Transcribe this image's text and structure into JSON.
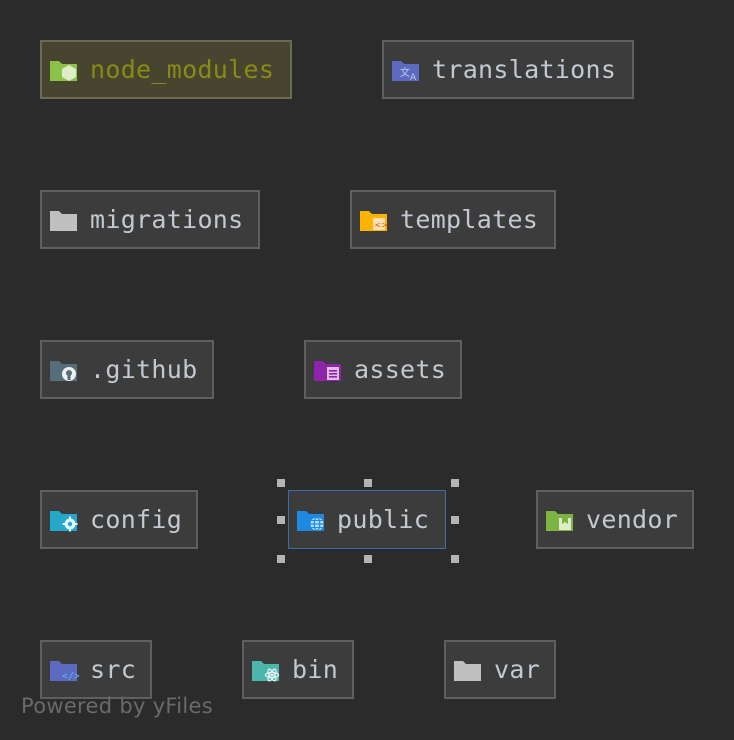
{
  "diagram": {
    "nodes": [
      {
        "id": "node_modules",
        "label": "node_modules",
        "icon": "nodejs-folder-icon",
        "color": "#8bc34a"
      },
      {
        "id": "translations",
        "label": "translations",
        "icon": "translation-folder-icon",
        "color": "#5c6bc0"
      },
      {
        "id": "migrations",
        "label": "migrations",
        "icon": "folder-icon",
        "color": "#c0c0c0"
      },
      {
        "id": "templates",
        "label": "templates",
        "icon": "template-folder-icon",
        "color": "#ffb300"
      },
      {
        "id": "github",
        "label": ".github",
        "icon": "github-folder-icon",
        "color": "#546e7a"
      },
      {
        "id": "assets",
        "label": "assets",
        "icon": "assets-folder-icon",
        "color": "#8e24aa"
      },
      {
        "id": "config",
        "label": "config",
        "icon": "config-folder-icon",
        "color": "#26a6c8"
      },
      {
        "id": "public",
        "label": "public",
        "icon": "public-folder-icon",
        "color": "#1e88e5"
      },
      {
        "id": "vendor",
        "label": "vendor",
        "icon": "vendor-folder-icon",
        "color": "#7cb342"
      },
      {
        "id": "src",
        "label": "src",
        "icon": "source-folder-icon",
        "color": "#5c6bc0"
      },
      {
        "id": "bin",
        "label": "bin",
        "icon": "bin-folder-icon",
        "color": "#4db6ac"
      },
      {
        "id": "var",
        "label": "var",
        "icon": "folder-icon",
        "color": "#c0c0c0"
      }
    ],
    "highlighted": "node_modules",
    "selected": "public"
  },
  "watermark": "Powered by yFiles",
  "colors": {
    "background": "#2b2b2b",
    "node_fill": "#3c3c3c",
    "node_border": "#5f5f5f",
    "label": "#c2c9d1",
    "highlight_label": "#8a8a14",
    "selection_border": "#3b6ea8",
    "handle": "#b4b4b4"
  }
}
